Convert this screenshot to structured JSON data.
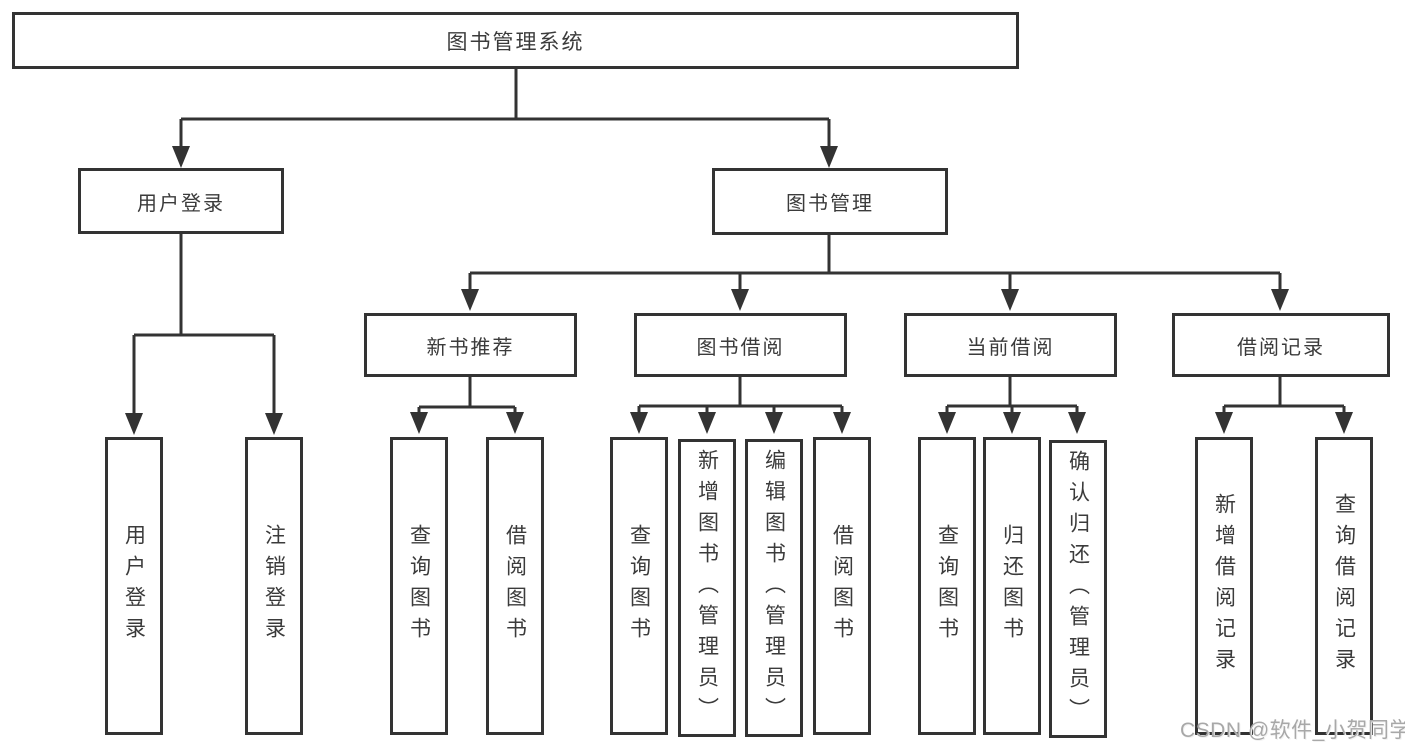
{
  "tree": {
    "root": {
      "label": "图书管理系统"
    },
    "branches": [
      {
        "label": "用户登录",
        "children": [
          {
            "label": "用户登录"
          },
          {
            "label": "注销登录"
          }
        ]
      },
      {
        "label": "图书管理",
        "groups": [
          {
            "label": "新书推荐",
            "children": [
              {
                "label": "查询图书"
              },
              {
                "label": "借阅图书"
              }
            ]
          },
          {
            "label": "图书借阅",
            "children": [
              {
                "label": "查询图书"
              },
              {
                "label": "新增图书（管理员）"
              },
              {
                "label": "编辑图书（管理员）"
              },
              {
                "label": "借阅图书"
              }
            ]
          },
          {
            "label": "当前借阅",
            "children": [
              {
                "label": "查询图书"
              },
              {
                "label": "归还图书"
              },
              {
                "label": "确认归还（管理员）"
              }
            ]
          },
          {
            "label": "借阅记录",
            "children": [
              {
                "label": "新增借阅记录"
              },
              {
                "label": "查询借阅记录"
              }
            ]
          }
        ]
      }
    ]
  },
  "watermark": {
    "text": "CSDN @软件_小贺同学"
  },
  "colors": {
    "line": "#333333",
    "text": "#3b3b3b",
    "background": "#ffffff",
    "watermark": "#a8a8a8"
  }
}
